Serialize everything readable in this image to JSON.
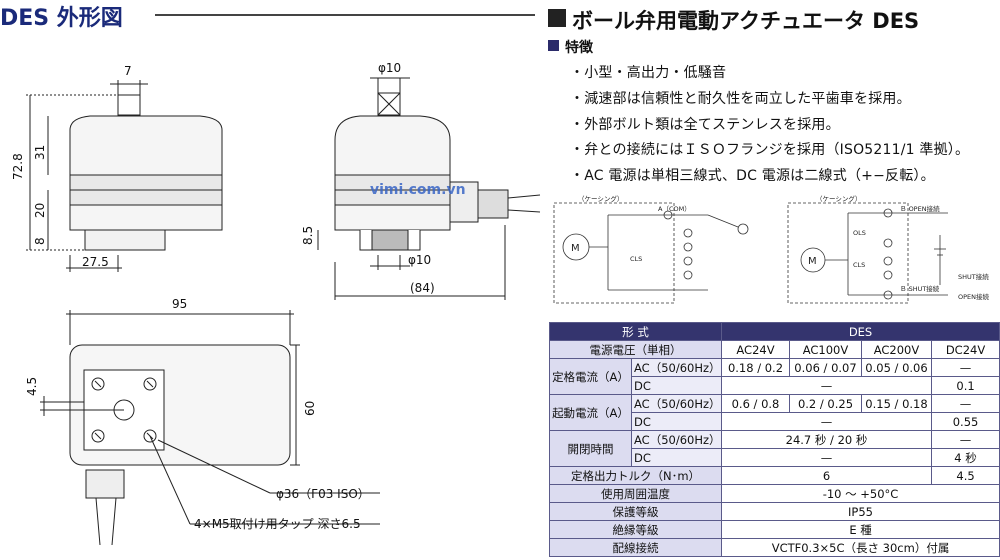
{
  "header": {
    "left_title": "DES 外形図",
    "right_title": "ボール弁用電動アクチュエータ DES",
    "feature_heading": "特徴"
  },
  "features": [
    "・小型・高出力・低騒音",
    "・減速部は信頼性と耐久性を両立した平歯車を採用。",
    "・外部ボルト類は全てステンレスを採用。",
    "・弁との接続にはＩＳＯフランジを採用（ISO5211/1 準拠）。",
    "・AC 電源は単相三線式、DC 電源は二線式（+−反転）。"
  ],
  "drawing": {
    "front": {
      "dim_shaft": "7",
      "dim_total": "72.8",
      "dim_31": "31",
      "dim_20": "20",
      "dim_8": "8",
      "dim_27_5": "27.5"
    },
    "side": {
      "dim_phi10_top": "φ10",
      "dim_8_5": "8.5",
      "dim_phi10_bottom": "φ10",
      "dim_84": "(84)"
    },
    "bottom": {
      "dim_95": "95",
      "dim_60": "60",
      "dim_4_5": "4.5",
      "note_flange": "φ36（F03 ISO）",
      "note_tap": "4×M5取付け用タップ 深さ6.5"
    },
    "watermark": "vimi.com.vn"
  },
  "wiring": {
    "ac_label": "（ケーシング）",
    "ac_cw": "A（COM）",
    "ac_cls": "CLS",
    "ac_m": "M",
    "dc_label": "（ケーシング）",
    "dc_shut": "SHUT接続",
    "dc_open": "OPEN接続",
    "dc_open_label": "Ｂ OPEN接続",
    "dc_shut_label": "Ｂ SHUT接続",
    "dc_m": "M",
    "dc_ols": "OLS",
    "dc_cls": "CLS"
  },
  "spec": {
    "col_model": "形 式",
    "col_des": "DES",
    "row_voltage": "電源電圧（単相）",
    "voltages": [
      "AC24V",
      "AC100V",
      "AC200V",
      "DC24V"
    ],
    "row_rated_current": "定格電流（A）",
    "rated_ac_label": "AC（50/60Hz）",
    "rated_ac": [
      "0.18 / 0.2",
      "0.06 / 0.07",
      "0.05 / 0.06",
      "—"
    ],
    "rated_dc_label": "DC",
    "rated_dc_mid": "—",
    "rated_dc_val": "0.1",
    "row_start_current": "起動電流（A）",
    "start_ac_label": "AC（50/60Hz）",
    "start_ac": [
      "0.6 / 0.8",
      "0.2 / 0.25",
      "0.15 / 0.18",
      "—"
    ],
    "start_dc_label": "DC",
    "start_dc_mid": "—",
    "start_dc_val": "0.55",
    "row_time": "開閉時間",
    "time_ac_label": "AC（50/60Hz）",
    "time_ac_mid": "24.7 秒 / 20 秒",
    "time_ac_val": "—",
    "time_dc_label": "DC",
    "time_dc_mid": "—",
    "time_dc_val": "4 秒",
    "row_torque": "定格出力トルク（N･m）",
    "torque_ac": "6",
    "torque_dc": "4.5",
    "row_temp": "使用周囲温度",
    "temp_val": "-10 〜 +50°C",
    "row_protect": "保護等級",
    "protect_val": "IP55",
    "row_insul": "絶縁等級",
    "insul_val": "E 種",
    "row_wiring": "配線接続",
    "wiring_val": "VCTF0.3×5C（長さ 30cm）付属"
  }
}
